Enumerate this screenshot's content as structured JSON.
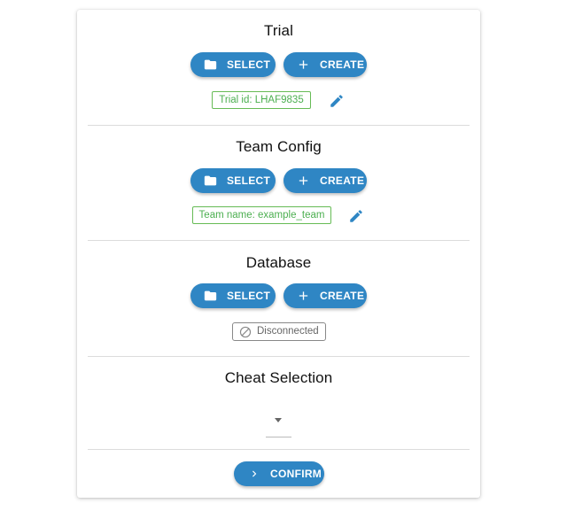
{
  "trial": {
    "title": "Trial",
    "select_label": "SELECT",
    "create_label": "CREATE",
    "chip_text": "Trial id: LHAF9835"
  },
  "team_config": {
    "title": "Team Config",
    "select_label": "SELECT",
    "create_label": "CREATE",
    "chip_text": "Team name: example_team"
  },
  "database": {
    "title": "Database",
    "select_label": "SELECT",
    "create_label": "CREATE",
    "status_text": "Disconnected"
  },
  "cheat_selection": {
    "title": "Cheat Selection",
    "selected_value": ""
  },
  "confirm_label": "CONFIRM",
  "colors": {
    "primary": "#2f86c4",
    "success": "#4caf50",
    "disconnected": "#888888"
  },
  "icons": {
    "select": "folder-icon",
    "create": "plus-icon",
    "edit": "pencil-icon",
    "status": "block-icon",
    "confirm": "chevron-right-icon"
  }
}
